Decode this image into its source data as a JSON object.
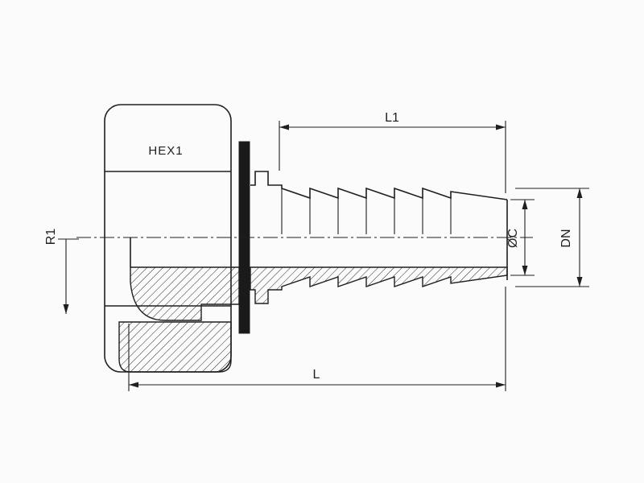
{
  "drawing": {
    "hex_label": "HEX1",
    "dimensions": {
      "l1": "L1",
      "l": "L",
      "r1": "R1",
      "diameter_c": "ØC",
      "dn": "DN"
    },
    "colors": {
      "line": "#1f1f1f",
      "background": "#fbfbfb",
      "solid_fill": "#1a1a1a"
    }
  }
}
